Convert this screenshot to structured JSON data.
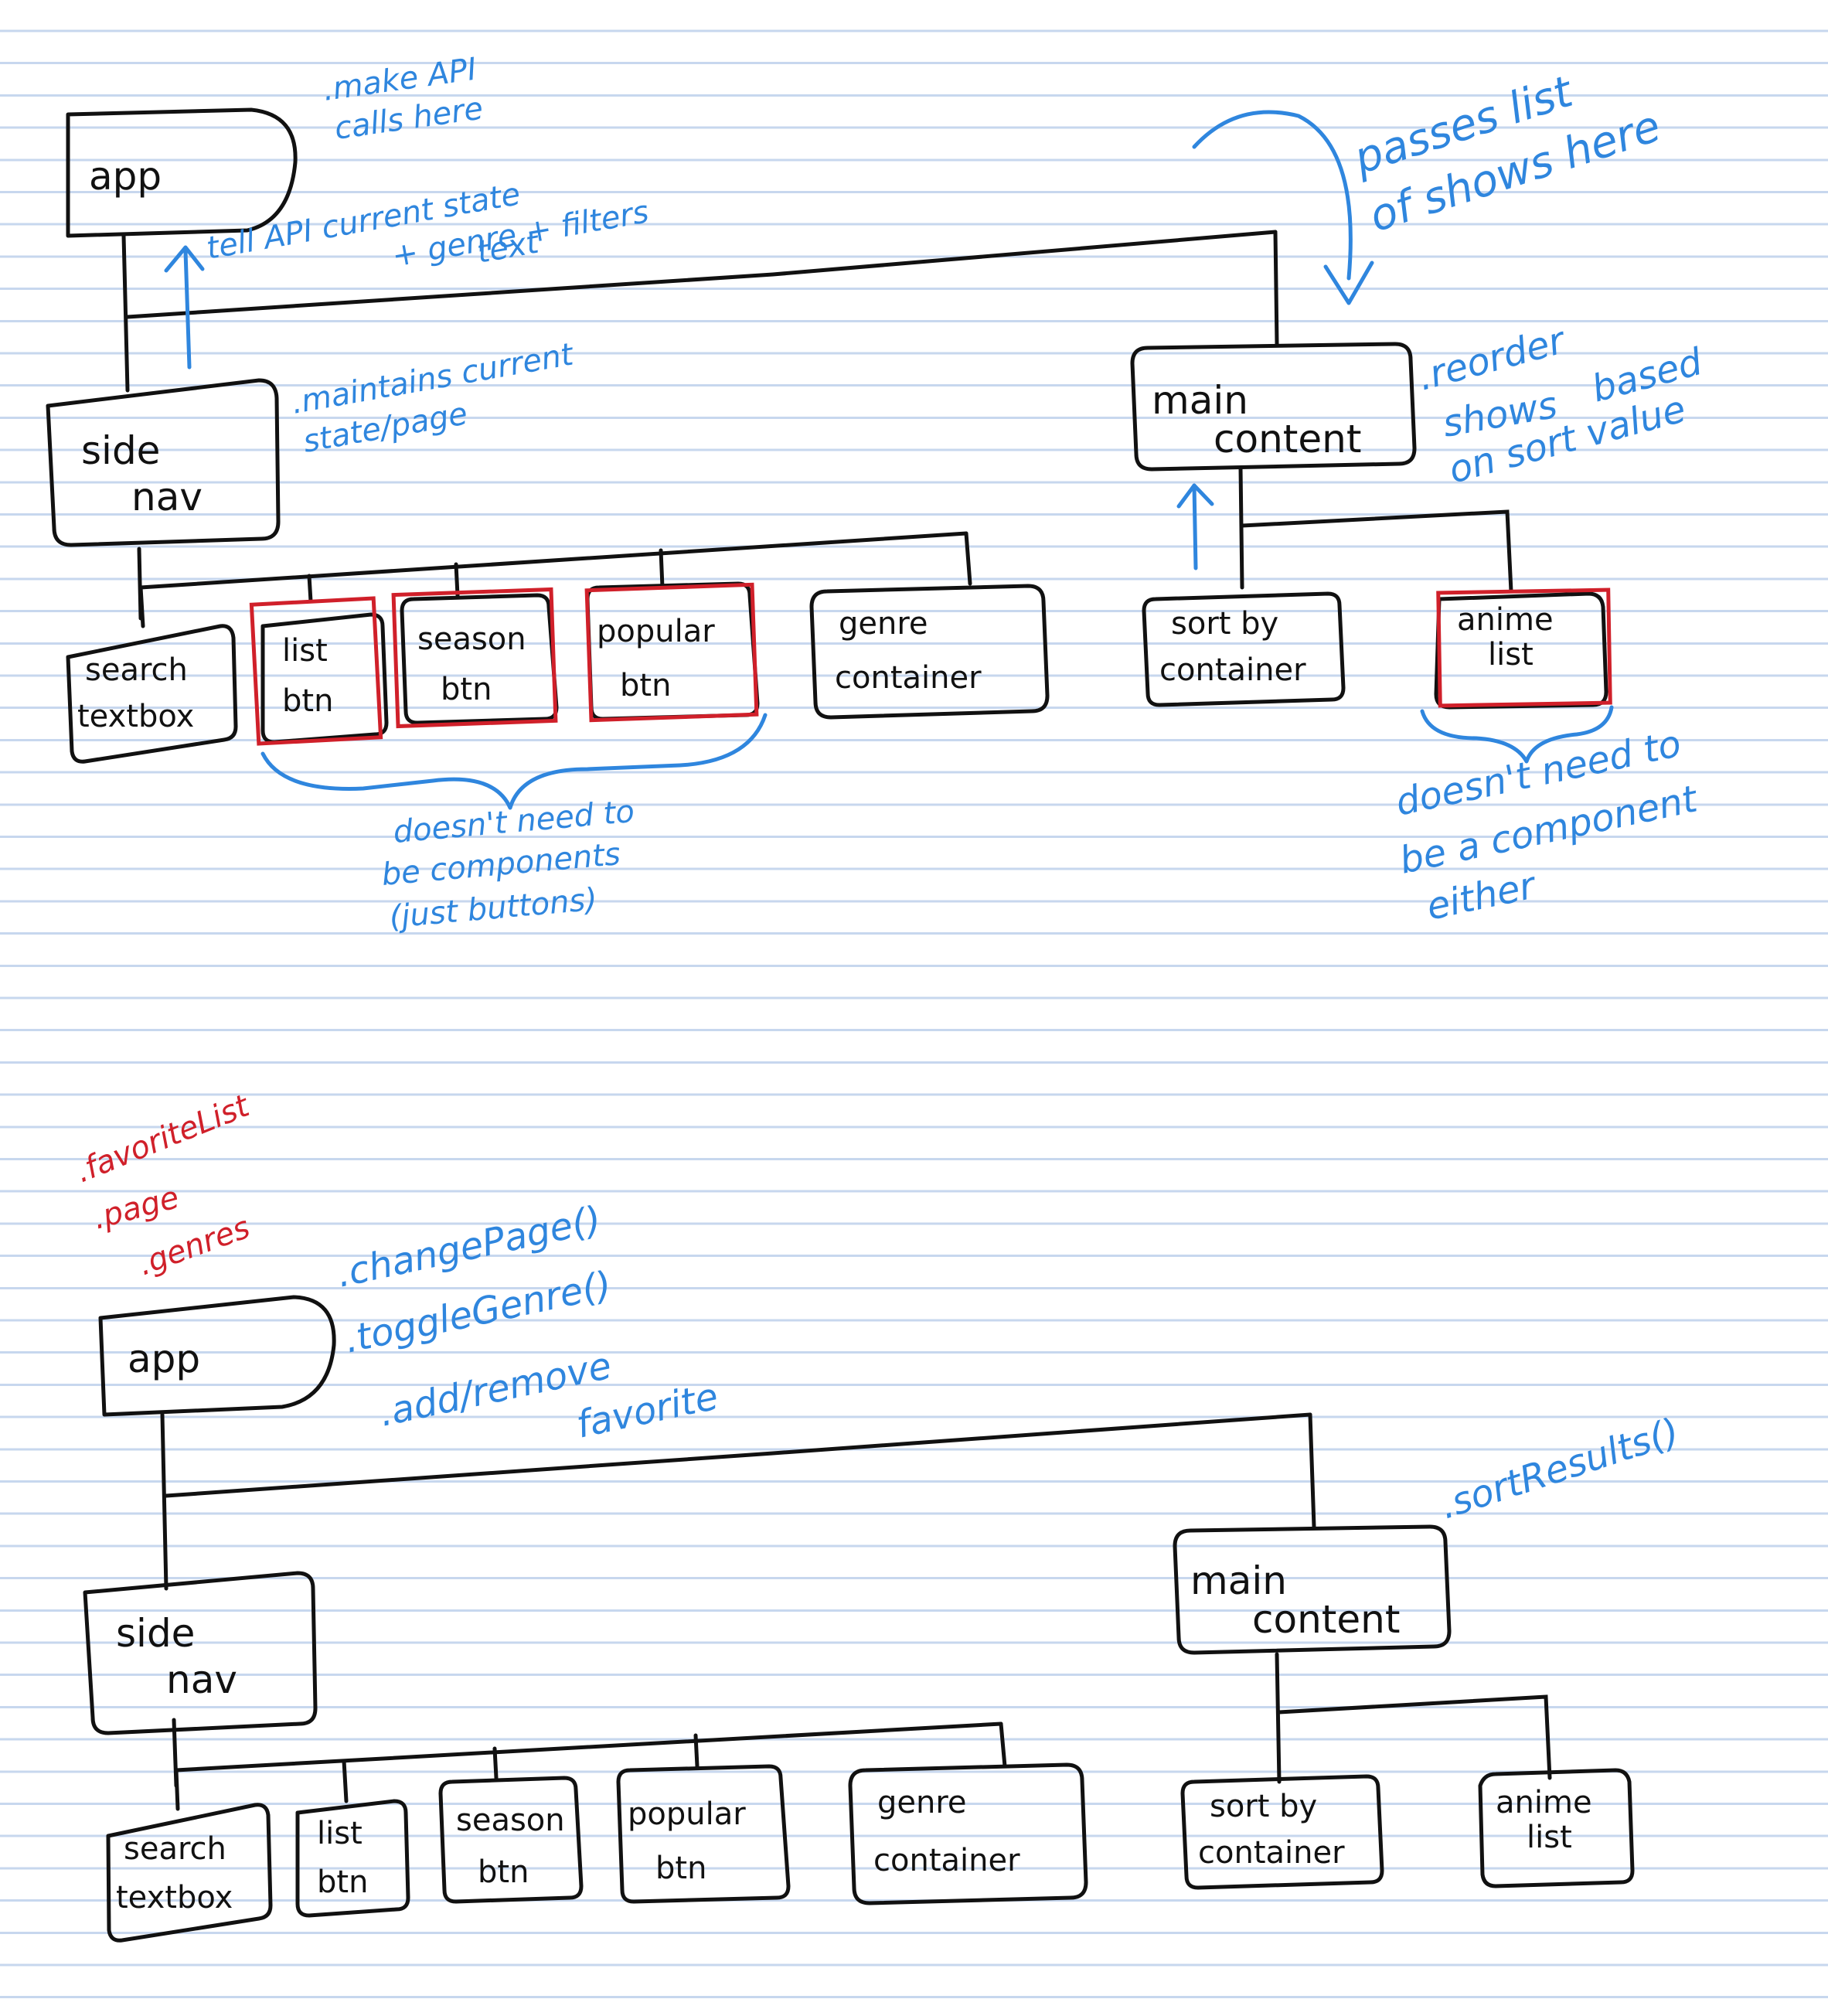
{
  "colors": {
    "ink": "#111111",
    "blue_note": "#2f86de",
    "red_note": "#d0202a",
    "ruled_line": "#c7d7ee"
  },
  "diagram1": {
    "nodes": {
      "app": "app",
      "side_nav": [
        "side",
        "nav"
      ],
      "main_content": [
        "main",
        "content"
      ],
      "search_textbox": [
        "search",
        "textbox"
      ],
      "list_btn": [
        "list",
        "btn"
      ],
      "season_btn": [
        "season",
        "btn"
      ],
      "popular_btn": [
        "popular",
        "btn"
      ],
      "genre_container": [
        "genre",
        "container"
      ],
      "sort_by_container": [
        "sort by",
        "container"
      ],
      "anime_list": [
        "anime",
        "list"
      ]
    },
    "notes": {
      "api": [
        ".make API",
        "calls here"
      ],
      "tell_api": [
        "tell API current state",
        "+ genre + filters",
        "text"
      ],
      "maintains": [
        ".maintains current",
        "state/page"
      ],
      "passes": [
        "passes list",
        "of shows here"
      ],
      "reorder": [
        ".reorder",
        "shows",
        "based",
        "on sort value"
      ],
      "buttons_brace": [
        "doesn't need to",
        "be components",
        "(just buttons)"
      ],
      "anime_brace": [
        "doesn't need to",
        "be a component",
        "either"
      ]
    }
  },
  "diagram2": {
    "nodes": {
      "app": "app",
      "side_nav": [
        "side",
        "nav"
      ],
      "main_content": [
        "main",
        "content"
      ],
      "search_textbox": [
        "search",
        "textbox"
      ],
      "list_btn": [
        "list",
        "btn"
      ],
      "season_btn": [
        "season",
        "btn"
      ],
      "popular_btn": [
        "popular",
        "btn"
      ],
      "genre_container": [
        "genre",
        "container"
      ],
      "sort_by_container": [
        "sort by",
        "container"
      ],
      "anime_list": [
        "anime",
        "list"
      ]
    },
    "state_notes": [
      ".favoriteList",
      ".page",
      ".genres"
    ],
    "method_notes": [
      ".changePage()",
      ".toggleGenre()",
      ".add/remove",
      "favorite"
    ],
    "sort_note": ".sortResults()"
  }
}
